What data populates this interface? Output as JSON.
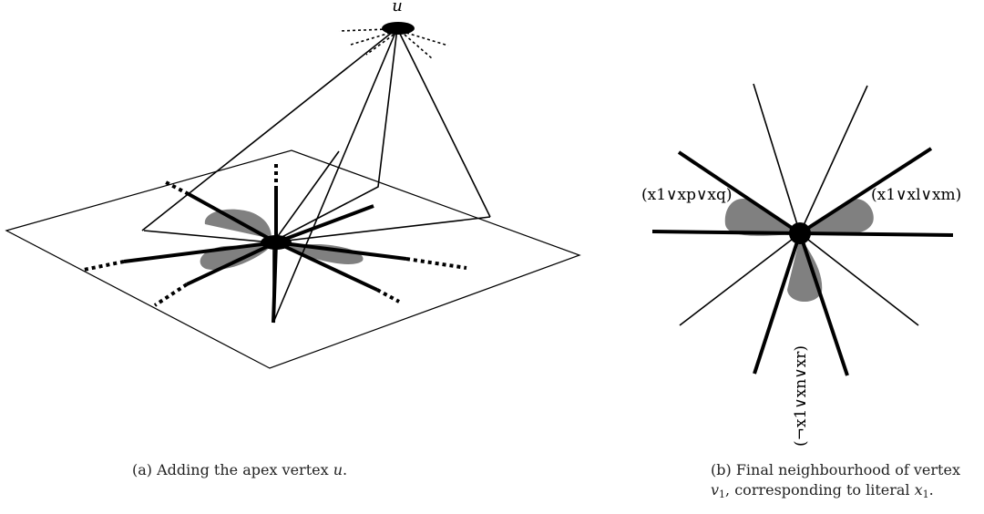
{
  "figure_a": {
    "apex_label": "u",
    "caption_prefix": "(a) Adding the apex vertex ",
    "caption_var": "u",
    "caption_suffix": "."
  },
  "figure_b": {
    "label_left": "(x1∨xp∨xq)",
    "label_right": "(x1∨xl∨xm)",
    "label_bottom": "(¬x1∨xn∨xr)",
    "caption_line1": "(b) Final neighbourhood of vertex",
    "caption_var": "v",
    "caption_var_sub": "1",
    "caption_mid": ", corresponding to literal ",
    "caption_lit": "x",
    "caption_lit_sub": "1",
    "caption_end": "."
  },
  "colors": {
    "ink": "#000000",
    "shade": "#808080"
  }
}
